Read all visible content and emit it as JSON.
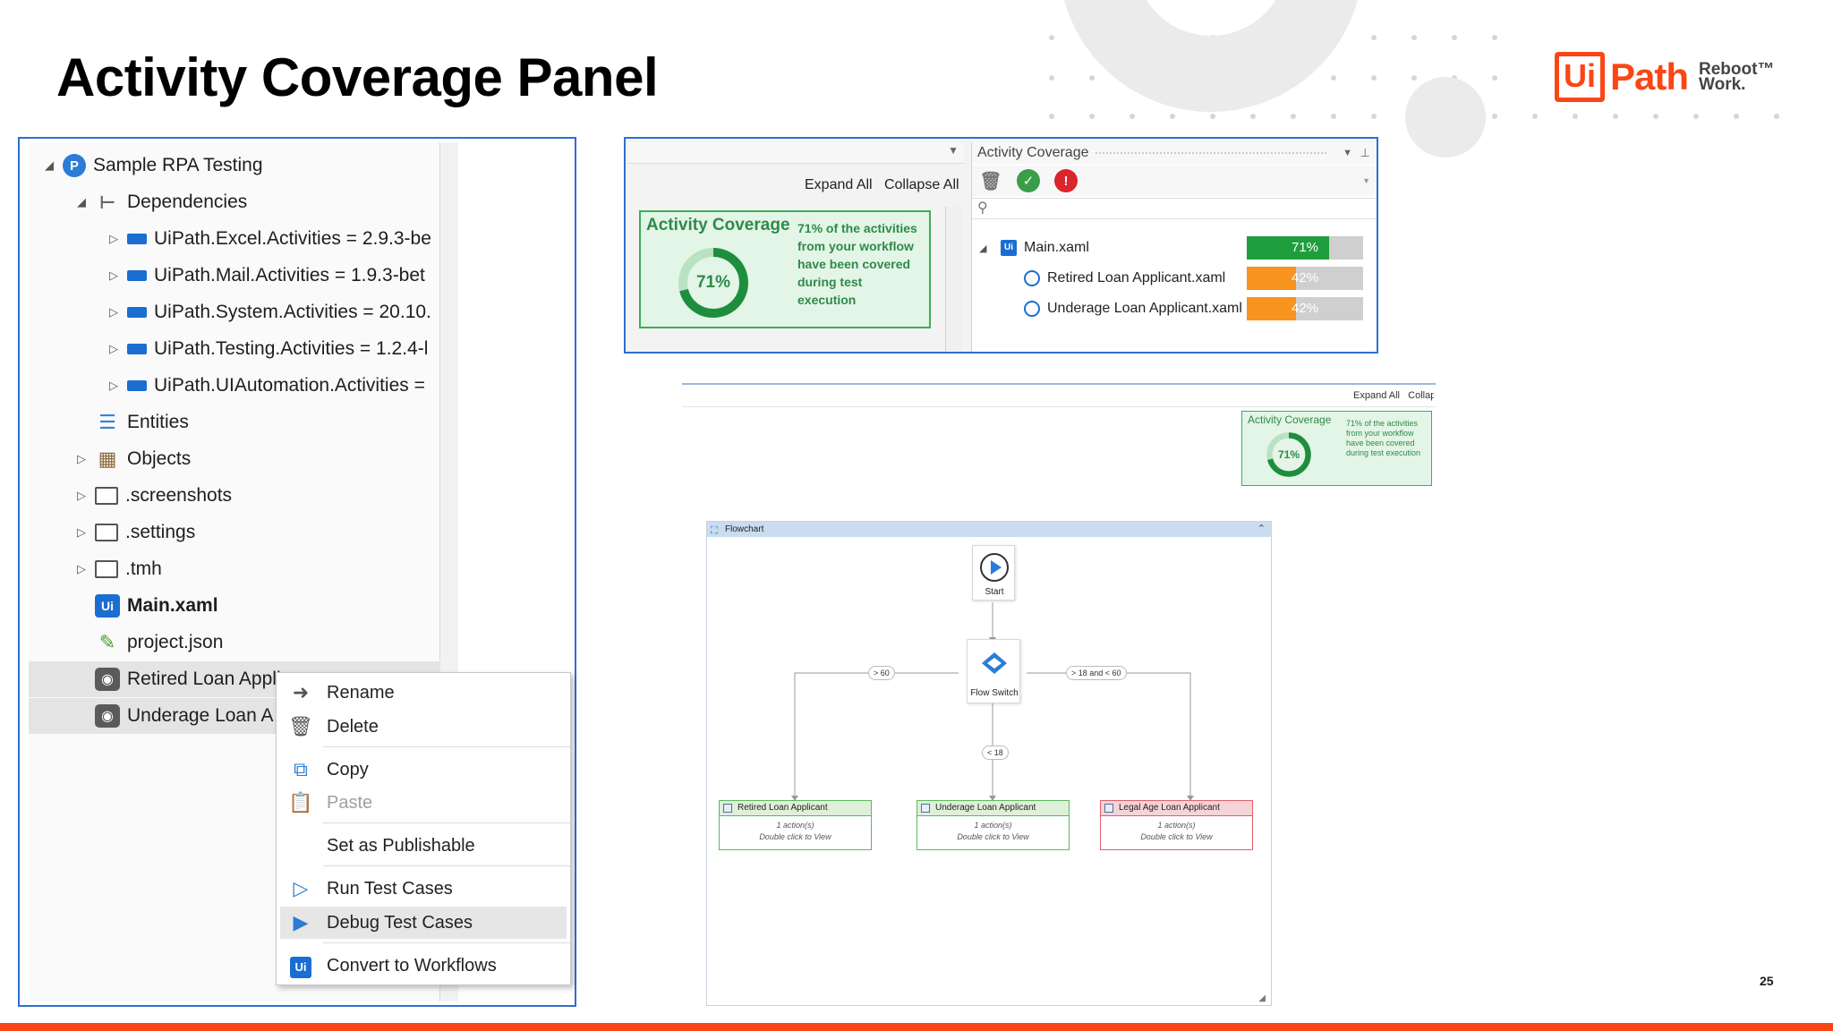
{
  "slide": {
    "title": "Activity Coverage Panel",
    "page_number": "25",
    "accent_color": "#fa4616"
  },
  "logo": {
    "ui": "Ui",
    "path": "Path",
    "reboot_line1": "Reboot™",
    "reboot_line2": "Work."
  },
  "project_tree": {
    "items": [
      {
        "label": "Sample RPA Testing",
        "icon": "project-icon"
      },
      {
        "label": "Dependencies",
        "icon": "dependencies-icon"
      },
      {
        "label": "UiPath.Excel.Activities = 2.9.3-be",
        "icon": "package-icon"
      },
      {
        "label": "UiPath.Mail.Activities = 1.9.3-bet",
        "icon": "package-icon"
      },
      {
        "label": "UiPath.System.Activities = 20.10.",
        "icon": "package-icon"
      },
      {
        "label": "UiPath.Testing.Activities = 1.2.4-l",
        "icon": "package-icon"
      },
      {
        "label": "UiPath.UIAutomation.Activities =",
        "icon": "package-icon"
      },
      {
        "label": "Entities",
        "icon": "database-icon"
      },
      {
        "label": "Objects",
        "icon": "objects-icon"
      },
      {
        "label": ".screenshots",
        "icon": "folder-icon"
      },
      {
        "label": ".settings",
        "icon": "folder-icon"
      },
      {
        "label": ".tmh",
        "icon": "folder-icon"
      },
      {
        "label": "Main.xaml",
        "icon": "uipath-file-icon"
      },
      {
        "label": "project.json",
        "icon": "json-file-icon"
      },
      {
        "label": "Retired Loan Appli",
        "icon": "test-case-icon"
      },
      {
        "label": "Underage Loan A",
        "icon": "test-case-icon"
      }
    ]
  },
  "context_menu": {
    "items": [
      {
        "label": "Rename",
        "icon": "rename-icon"
      },
      {
        "label": "Delete",
        "icon": "trash-icon"
      },
      {
        "label": "Copy",
        "icon": "copy-icon"
      },
      {
        "label": "Paste",
        "icon": "paste-icon"
      },
      {
        "label": "Set as Publishable",
        "icon": ""
      },
      {
        "label": "Run Test Cases",
        "icon": "run-icon"
      },
      {
        "label": "Debug Test Cases",
        "icon": "debug-icon"
      },
      {
        "label": "Convert to Workflows",
        "icon": "uipath-icon"
      }
    ]
  },
  "coverage_panel": {
    "expand_all": "Expand All",
    "collapse_all": "Collapse All",
    "summary_title": "Activity Coverage",
    "summary_percent": "71%",
    "summary_fraction": 0.71,
    "summary_text": "71% of the activities from your workflow have been covered during test execution",
    "panel_title": "Activity Coverage",
    "rows": [
      {
        "label": "Main.xaml",
        "percent": "71%",
        "fraction": 0.71,
        "color": "#1e9e3c"
      },
      {
        "label": "Retired Loan Applicant.xaml",
        "percent": "42%",
        "fraction": 0.42,
        "color": "#f7941d"
      },
      {
        "label": "Underage Loan Applicant.xaml",
        "percent": "42%",
        "fraction": 0.42,
        "color": "#f7941d"
      }
    ]
  },
  "small_coverage": {
    "expand_all": "Expand All",
    "collapse": "Collapse",
    "title": "Activity Coverage",
    "percent": "71%",
    "text": "71% of the activities from your workflow have been covered during test execution"
  },
  "flowchart": {
    "title": "Flowchart",
    "start_label": "Start",
    "switch_label": "Flow Switch",
    "conditions": {
      "left": "> 60",
      "right": "> 18 and < 60",
      "bottom": "< 18"
    },
    "boxes": [
      {
        "title": "Retired Loan Applicant",
        "line1": "1 action(s)",
        "line2": "Double click to View",
        "border": "#5cb85c",
        "head": "#dff0d8"
      },
      {
        "title": "Underage Loan Applicant",
        "line1": "1 action(s)",
        "line2": "Double click to View",
        "border": "#5cb85c",
        "head": "#dff0d8"
      },
      {
        "title": "Legal Age Loan Applicant",
        "line1": "1 action(s)",
        "line2": "Double click to View",
        "border": "#e0606a",
        "head": "#f6d3d6"
      }
    ]
  }
}
